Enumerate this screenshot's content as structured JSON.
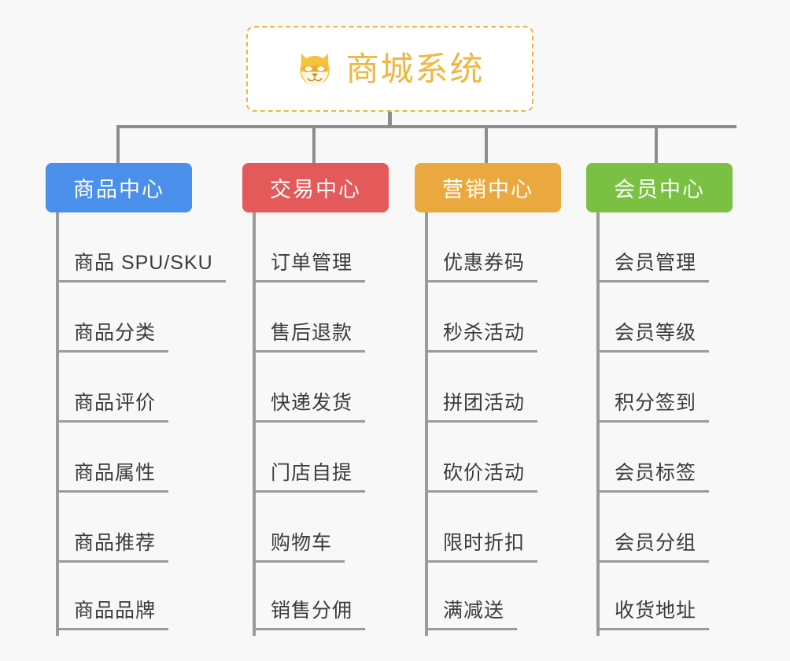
{
  "diagram": {
    "type": "mind-map",
    "background_color": "#f8f8f8",
    "root": {
      "title": "商城系统",
      "icon": "shiba-dog-face-icon",
      "text_color": "#f0b63f",
      "border_color": "#f0b440",
      "border_style": "dashed"
    },
    "connector_color": "#8d8d8d",
    "branches": [
      {
        "label": "商品中心",
        "color": "#4a90ea",
        "items": [
          "商品 SPU/SKU",
          "商品分类",
          "商品评价",
          "商品属性",
          "商品推荐",
          "商品品牌"
        ]
      },
      {
        "label": "交易中心",
        "color": "#e4595a",
        "items": [
          "订单管理",
          "售后退款",
          "快递发货",
          "门店自提",
          "购物车",
          "销售分佣"
        ]
      },
      {
        "label": "营销中心",
        "color": "#eaa93f",
        "items": [
          "优惠券码",
          "秒杀活动",
          "拼团活动",
          "砍价活动",
          "限时折扣",
          "满减送"
        ]
      },
      {
        "label": "会员中心",
        "color": "#7ac143",
        "items": [
          "会员管理",
          "会员等级",
          "积分签到",
          "会员标签",
          "会员分组",
          "收货地址"
        ]
      }
    ]
  }
}
